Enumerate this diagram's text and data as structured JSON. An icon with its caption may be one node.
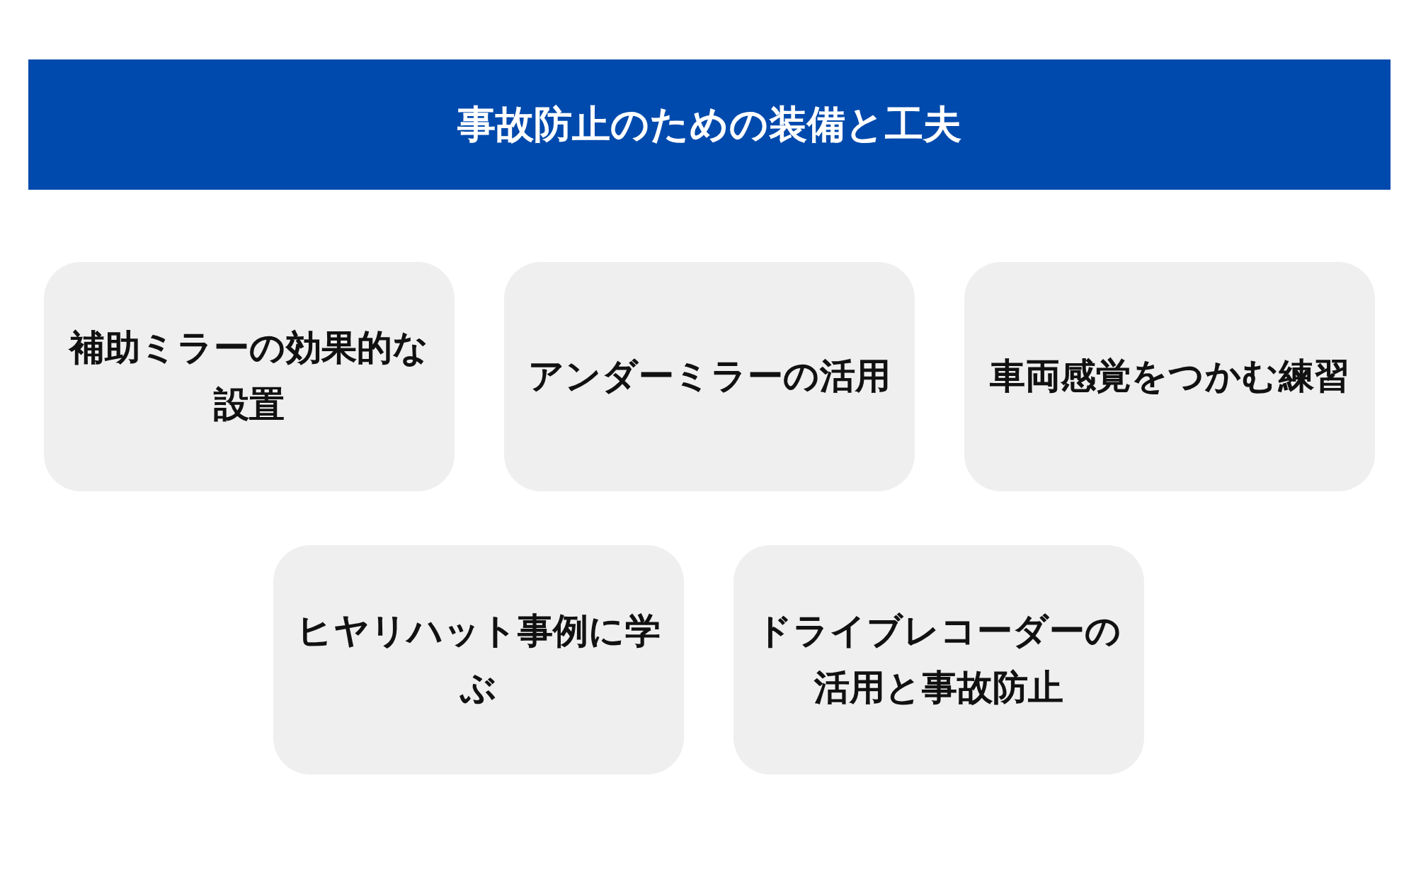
{
  "diagram": {
    "title": "事故防止のための装備と工夫",
    "nodes": [
      {
        "text": [
          "補助ミラーの効果的な設置"
        ]
      },
      {
        "text": [
          "アンダーミラーの活用"
        ]
      },
      {
        "text": [
          "車両感覚をつかむ練習"
        ]
      },
      {
        "text": [
          "ヒヤリハット事例に学ぶ"
        ]
      },
      {
        "text": [
          "ドライブレコーダーの活用と事故防止"
        ]
      }
    ]
  }
}
